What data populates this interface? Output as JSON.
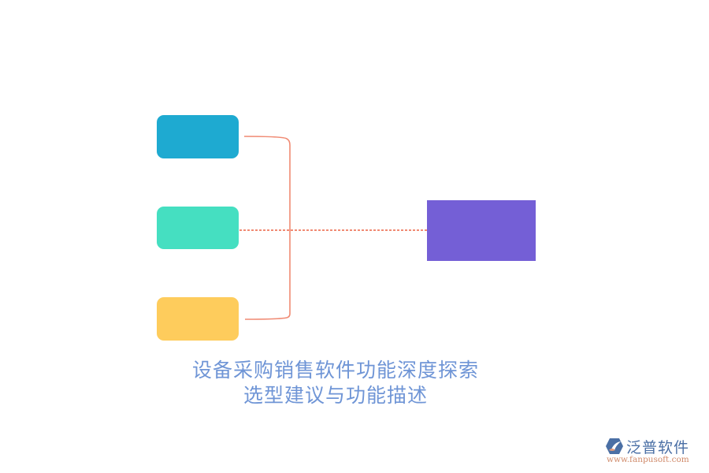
{
  "diagram": {
    "nodes": [
      {
        "id": "box1",
        "color": "#1eaad1",
        "label": ""
      },
      {
        "id": "box2",
        "color": "#45dfc1",
        "label": ""
      },
      {
        "id": "box3",
        "color": "#fecc5c",
        "label": ""
      },
      {
        "id": "target",
        "color": "#745fd6",
        "label": ""
      }
    ],
    "connector_color": "#f08a73",
    "caption": {
      "line1": "设备采购销售软件功能深度探索",
      "line2": "选型建议与功能描述"
    }
  },
  "watermark": {
    "name": "泛普软件",
    "url": "www.fanpusoft.com"
  }
}
